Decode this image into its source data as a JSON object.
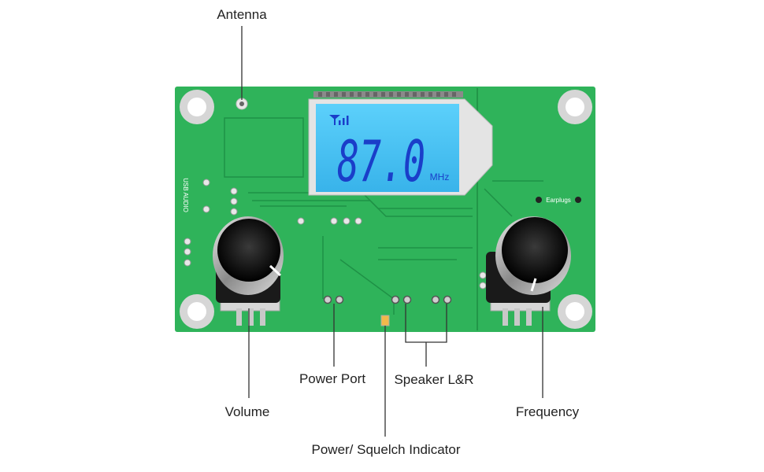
{
  "callouts": {
    "antenna": "Antenna",
    "power_port": "Power Port",
    "speaker": "Speaker L&R",
    "volume": "Volume",
    "frequency": "Frequency",
    "indicator": "Power/ Squelch Indicator"
  },
  "board": {
    "lcd_frequency": "87.0",
    "lcd_unit": "MHz",
    "earplugs_label": "Earplugs",
    "usb_audio_label": "USB AUDIO"
  },
  "colors": {
    "pcb": "#2fb35a",
    "lcd_bg": "#4fc6f3",
    "lcd_digits": "#1a3ec9",
    "leader": "#333333"
  }
}
